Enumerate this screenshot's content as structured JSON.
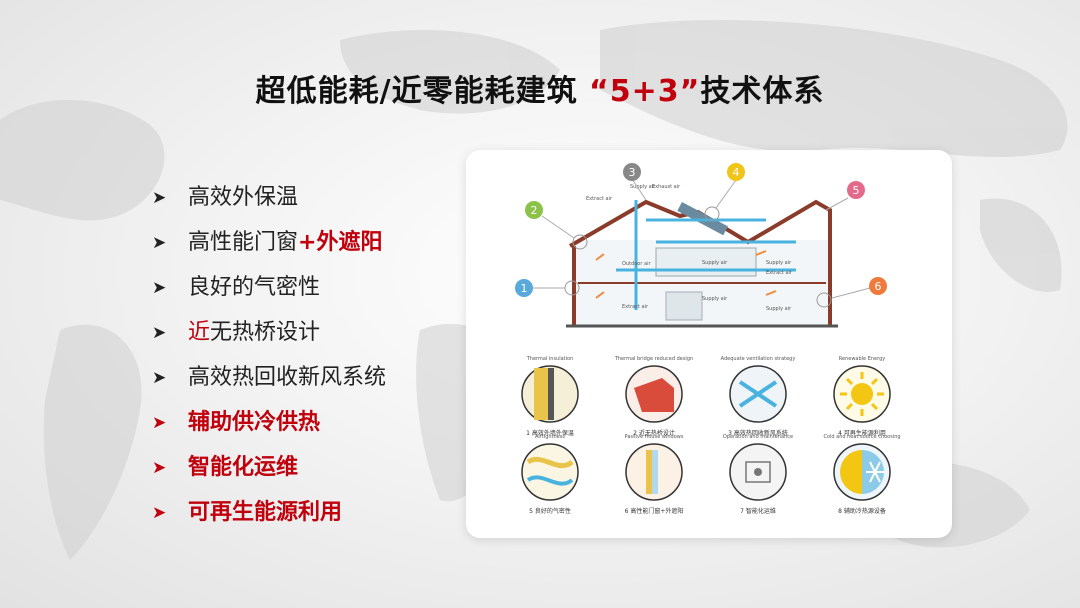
{
  "title": {
    "prefix": "超低能耗/近零能耗建筑 ",
    "accent": "“5+3”",
    "suffix": "技术体系"
  },
  "bullets": [
    {
      "pre": "高效外保温",
      "red": "",
      "post": ""
    },
    {
      "pre": "高性能门窗",
      "red": "+外遮阳",
      "post": ""
    },
    {
      "pre": "良好的气密性",
      "red": "",
      "post": ""
    },
    {
      "pre": "",
      "red": "近",
      "post": "无热桥设计"
    },
    {
      "pre": "高效热回收新风系统",
      "red": "",
      "post": ""
    },
    {
      "pre": "辅助供冷供热",
      "red": "",
      "post": ""
    },
    {
      "pre": "智能化运维",
      "red": "",
      "post": ""
    },
    {
      "pre": "可再生能源利用",
      "red": "",
      "post": ""
    }
  ],
  "diagram": {
    "markers": [
      "1",
      "2",
      "3",
      "4",
      "5",
      "6"
    ],
    "marker_colors": [
      "#5aa9dc",
      "#8bc34a",
      "#888888",
      "#f0c419",
      "#e46a8c",
      "#f07a3c"
    ],
    "airflow_labels": [
      "Extract air",
      "Supply air",
      "Exhaust air",
      "Outdoor air",
      "Extract air",
      "Supply air",
      "Supply air",
      "Extract air",
      "Supply air",
      "Supply air"
    ],
    "icons_top": [
      {
        "heading": "Thermal insulation",
        "caption": "1 高效外墙外保温"
      },
      {
        "heading": "Thermal bridge reduced design",
        "caption": "2 近无热桥设计"
      },
      {
        "heading": "Adequate ventilation strategy",
        "caption": "3 高效热回收新风系统"
      },
      {
        "heading": "Renewable Energy",
        "caption": "4 可再生能源利用"
      }
    ],
    "icons_bottom": [
      {
        "heading": "Airtightness",
        "caption": "5 良好的气密性"
      },
      {
        "heading": "Passive House windows",
        "caption": "6 高性能门窗+外遮阳"
      },
      {
        "heading": "Operation and maintenance",
        "caption": "7 智能化运维"
      },
      {
        "heading": "Cold and heat source choosing",
        "caption": "8 辅助冷热源设备"
      }
    ]
  },
  "colors": {
    "accent_red": "#c0000c",
    "title_text": "#111111",
    "body_text": "#222222"
  }
}
